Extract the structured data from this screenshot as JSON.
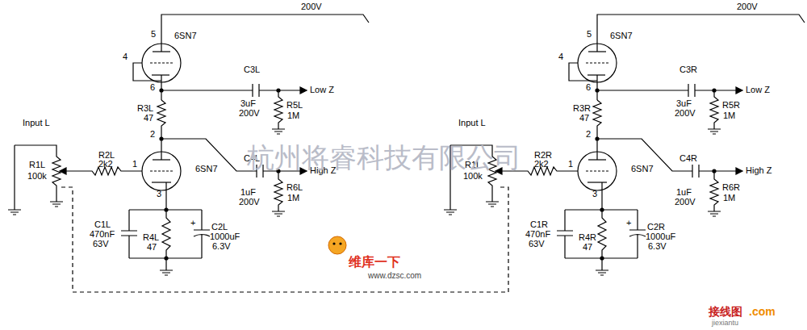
{
  "diagram": {
    "labels": [
      "200V",
      "5",
      "4",
      "6SN7",
      "6",
      "C3L",
      "3uF",
      "200V",
      "Low Z",
      "R3L",
      "47",
      "R5L",
      "1M",
      "Input L",
      "R1L",
      "100k",
      "R2L",
      "2k2",
      "2",
      "1",
      "6SN7",
      "C4L",
      "1uF",
      "200V",
      "High Z",
      "R6L",
      "1M",
      "3",
      "C1L",
      "470nF",
      "63V",
      "R4L",
      "47",
      "+",
      "C2L",
      "1000uF",
      "6.3V",
      "200V",
      "5",
      "4",
      "6SN7",
      "6",
      "C3R",
      "3uF",
      "200V",
      "Low Z",
      "R3R",
      "47",
      "R5R",
      "1M",
      "Input L",
      "R1L",
      "100k",
      "R2R",
      "2k2",
      "2",
      "1",
      "6SN7",
      "C4R",
      "1uF",
      "200V",
      "High Z",
      "R6R",
      "1M",
      "3",
      "C1R",
      "470nF",
      "63V",
      "R4R",
      "47",
      "+",
      "C2R",
      "1000uF",
      "6.3V",
      "杭州将睿科技有限公司",
      "维库一下",
      "www.dzsc.com",
      "接线图",
      ".com",
      "jiexiantu"
    ]
  }
}
